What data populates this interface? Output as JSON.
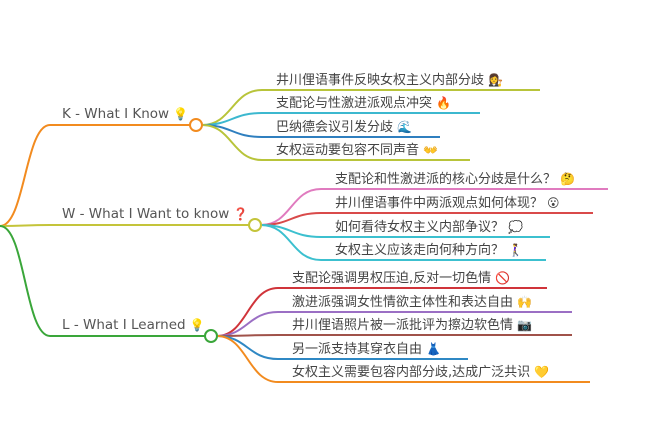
{
  "branches": [
    {
      "label": "K - What I Know",
      "icon": "💡",
      "color": "#f28b1f",
      "children": [
        {
          "text": "井川俚语事件反映女权主义内部分歧",
          "icon": "👩‍⚖️",
          "color": "#b8c43a"
        },
        {
          "text": "支配论与性激进派观点冲突",
          "icon": "🔥",
          "color": "#3cb8cf"
        },
        {
          "text": "巴纳德会议引发分歧",
          "icon": "🌊",
          "color": "#2f7fbf"
        },
        {
          "text": "女权运动要包容不同声音",
          "icon": "👐",
          "color": "#b8c43a"
        }
      ]
    },
    {
      "label": "W - What I Want to know",
      "icon": "❓",
      "color": "#c4c43a",
      "children": [
        {
          "text": "支配论和性激进派的核心分歧是什么？",
          "icon": "🤔",
          "color": "#e07bbf"
        },
        {
          "text": "井川俚语事件中两派观点如何体现？",
          "icon": "😮",
          "color": "#d94a4a"
        },
        {
          "text": "如何看待女权主义内部争议？",
          "icon": "💭",
          "color": "#3cc0cf"
        },
        {
          "text": "女权主义应该走向何种方向？",
          "icon": "🚶‍♀️",
          "color": "#3cc0cf"
        }
      ]
    },
    {
      "label": "L - What I Learned",
      "icon": "💡",
      "color": "#3aa63a",
      "children": [
        {
          "text": "支配论强调男权压迫,反对一切色情",
          "icon": "🚫",
          "color": "#d0343a"
        },
        {
          "text": "激进派强调女性情欲主体性和表达自由",
          "icon": "🙌",
          "color": "#9b6fc4"
        },
        {
          "text": "井川俚语照片被一派批评为擦边软色情",
          "icon": "📷",
          "color": "#a0524a"
        },
        {
          "text": "另一派支持其穿衣自由",
          "icon": "👗",
          "color": "#2f88c4"
        },
        {
          "text": "女权主义需要包容内部分歧,达成广泛共识",
          "icon": "💛",
          "color": "#f28b1f"
        }
      ]
    }
  ]
}
